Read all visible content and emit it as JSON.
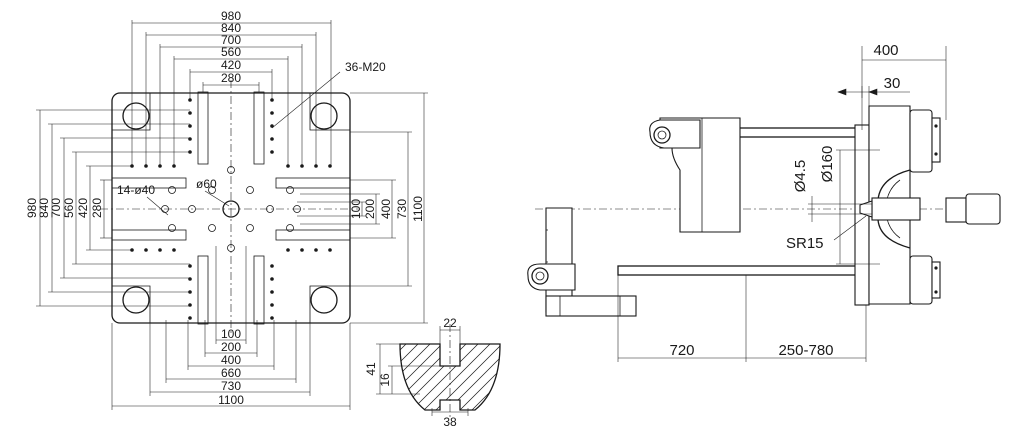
{
  "platen_view": {
    "top_dims": [
      "980",
      "840",
      "700",
      "560",
      "420",
      "280"
    ],
    "left_dims": [
      "980",
      "840",
      "700",
      "560",
      "420",
      "280"
    ],
    "right_dims_inner": [
      "100",
      "200",
      "400"
    ],
    "right_dims_outer": [
      "730",
      "1100"
    ],
    "bottom_dims": [
      "100",
      "200",
      "400",
      "660",
      "730",
      "1100"
    ],
    "callout_tapped": "36-M20",
    "callout_center_bore": "ø60",
    "callout_ejector_holes": "14-ø40"
  },
  "section_view": {
    "dim_top": "22",
    "dim_left_outer": "41",
    "dim_left_inner": "16",
    "dim_bottom": "38"
  },
  "side_view": {
    "dim_stroke": "400",
    "dim_offset": "30",
    "dim_small_dia": "Ø4.5",
    "dim_large_dia": "Ø160",
    "dim_radius": "SR15",
    "dim_base_left": "720",
    "dim_base_right": "250-780"
  }
}
